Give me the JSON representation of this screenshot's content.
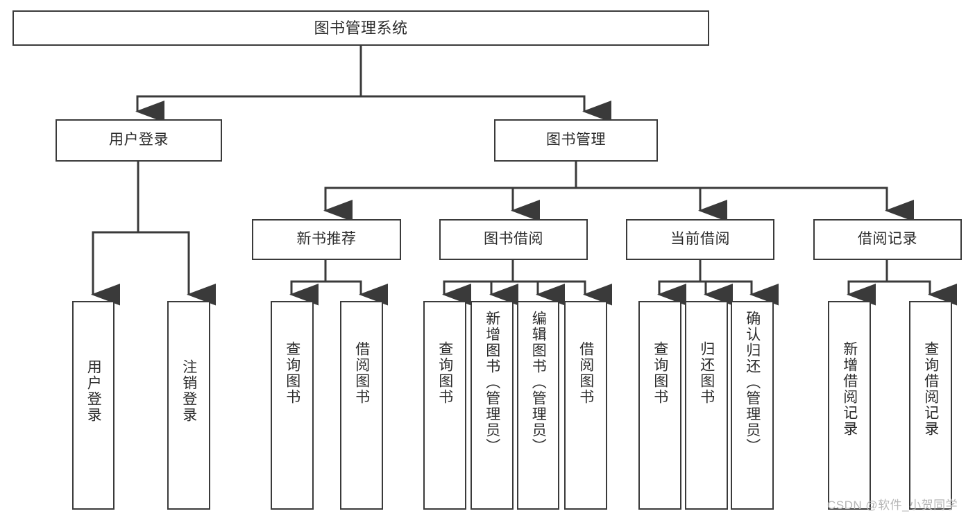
{
  "diagram": {
    "type": "tree-hierarchy",
    "title": "图书管理系统",
    "line_color": "#3a3a3a",
    "box_fill": "#ffffff",
    "text_color": "#2b2b2b",
    "watermark": "CSDN @软件_小贺同学"
  },
  "nodes": {
    "root": {
      "label": "图书管理系统",
      "level": 0
    },
    "level1": [
      {
        "id": "user-login",
        "label": "用户登录"
      },
      {
        "id": "book-manage",
        "label": "图书管理"
      }
    ],
    "level2": [
      {
        "id": "new-book-recommend",
        "label": "新书推荐",
        "parent": "book-manage"
      },
      {
        "id": "book-borrow",
        "label": "图书借阅",
        "parent": "book-manage"
      },
      {
        "id": "current-borrow",
        "label": "当前借阅",
        "parent": "book-manage"
      },
      {
        "id": "borrow-record",
        "label": "借阅记录",
        "parent": "book-manage"
      }
    ],
    "leaves": [
      {
        "id": "leaf-user-login",
        "label": "用户登录",
        "parent": "user-login"
      },
      {
        "id": "leaf-logout-login",
        "label": "注销登录",
        "parent": "user-login"
      },
      {
        "id": "leaf-query-book-1",
        "label": "查询图书",
        "parent": "new-book-recommend"
      },
      {
        "id": "leaf-borrow-book-1",
        "label": "借阅图书",
        "parent": "new-book-recommend"
      },
      {
        "id": "leaf-query-book-2",
        "label": "查询图书",
        "parent": "book-borrow"
      },
      {
        "id": "leaf-add-book",
        "label": "新增图书（管理员）",
        "parent": "book-borrow"
      },
      {
        "id": "leaf-edit-book",
        "label": "编辑图书（管理员）",
        "parent": "book-borrow"
      },
      {
        "id": "leaf-borrow-book-2",
        "label": "借阅图书",
        "parent": "book-borrow"
      },
      {
        "id": "leaf-query-book-3",
        "label": "查询图书",
        "parent": "current-borrow"
      },
      {
        "id": "leaf-return-book",
        "label": "归还图书",
        "parent": "current-borrow"
      },
      {
        "id": "leaf-confirm-return",
        "label": "确认归还（管理员）",
        "parent": "current-borrow"
      },
      {
        "id": "leaf-add-record",
        "label": "新增借阅记录",
        "parent": "borrow-record"
      },
      {
        "id": "leaf-query-record",
        "label": "查询借阅记录",
        "parent": "borrow-record"
      }
    ]
  }
}
